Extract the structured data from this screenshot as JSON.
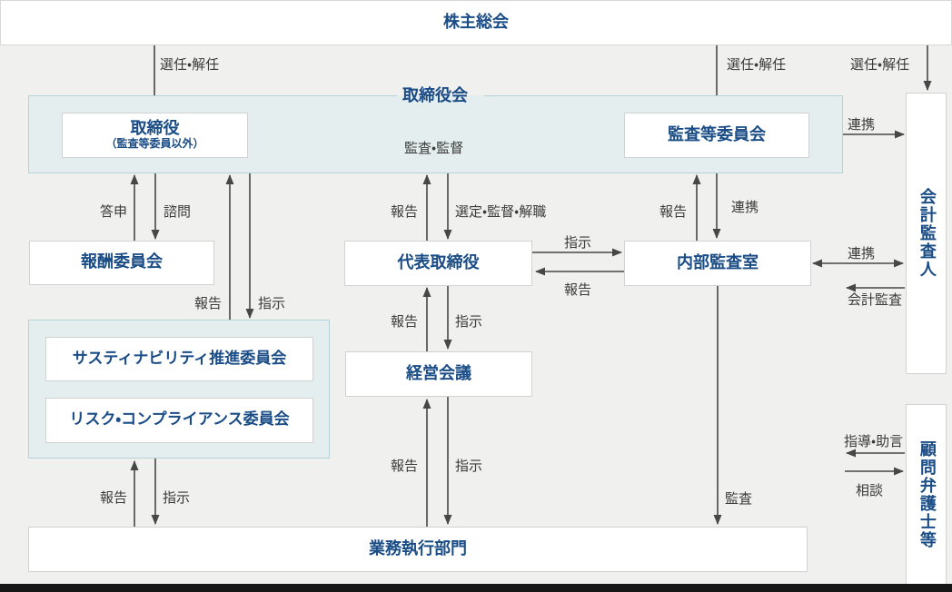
{
  "colors": {
    "background": "#f0f0ee",
    "node_text": "#1a4c86",
    "panel_fill": "#e4eeee",
    "panel_border": "#b5d2d8",
    "arrow": "#474747",
    "footer_bar": "#161616"
  },
  "nodes": {
    "shareholders_meeting": {
      "label": "株主総会"
    },
    "board_of_directors": {
      "label": "取締役会"
    },
    "directors": {
      "label": "取締役",
      "sublabel": "（監査等委員以外）"
    },
    "audit_committee": {
      "label": "監査等委員会"
    },
    "compensation_committee": {
      "label": "報酬委員会"
    },
    "sustainability_committee": {
      "label": "サスティナビリティ推進委員会"
    },
    "risk_compliance_committee": {
      "label": "リスク・コンプライアンス委員会"
    },
    "representative_director": {
      "label": "代表取締役"
    },
    "internal_audit_office": {
      "label": "内部監査室"
    },
    "management_meeting": {
      "label": "経営会議"
    },
    "execution_departments": {
      "label": "業務執行部門"
    },
    "accounting_auditor": {
      "label": "会計監査人"
    },
    "legal_advisors": {
      "label": "顧問弁護士等"
    }
  },
  "edges": {
    "appoint_dismiss_directors": "選任・解任",
    "appoint_dismiss_audit_committee": "選任・解任",
    "appoint_dismiss_accounting_auditor": "選任・解任",
    "audit_supervision": "監査・監督",
    "cooperation_top": "連携",
    "reply": "答申",
    "consultation": "諮問",
    "committees_report": "報告",
    "committees_instruction": "指示",
    "representative_report": "報告",
    "selection_supervision_dismissal": "選定・監督・解職",
    "internal_audit_report": "報告",
    "cooperation_internal_audit": "連携",
    "instruction_to_internal_audit": "指示",
    "report_from_internal_audit": "報告",
    "management_report": "報告",
    "management_instruction": "指示",
    "execution_report_to_management": "報告",
    "execution_instruction_from_management": "指示",
    "execution_report_to_committees": "報告",
    "execution_instruction_from_committees": "指示",
    "audit": "監査",
    "cooperation_accounting": "連携",
    "accounting_audit": "会計監査",
    "guidance_advice": "指導・助言",
    "consultation_request": "相談"
  }
}
